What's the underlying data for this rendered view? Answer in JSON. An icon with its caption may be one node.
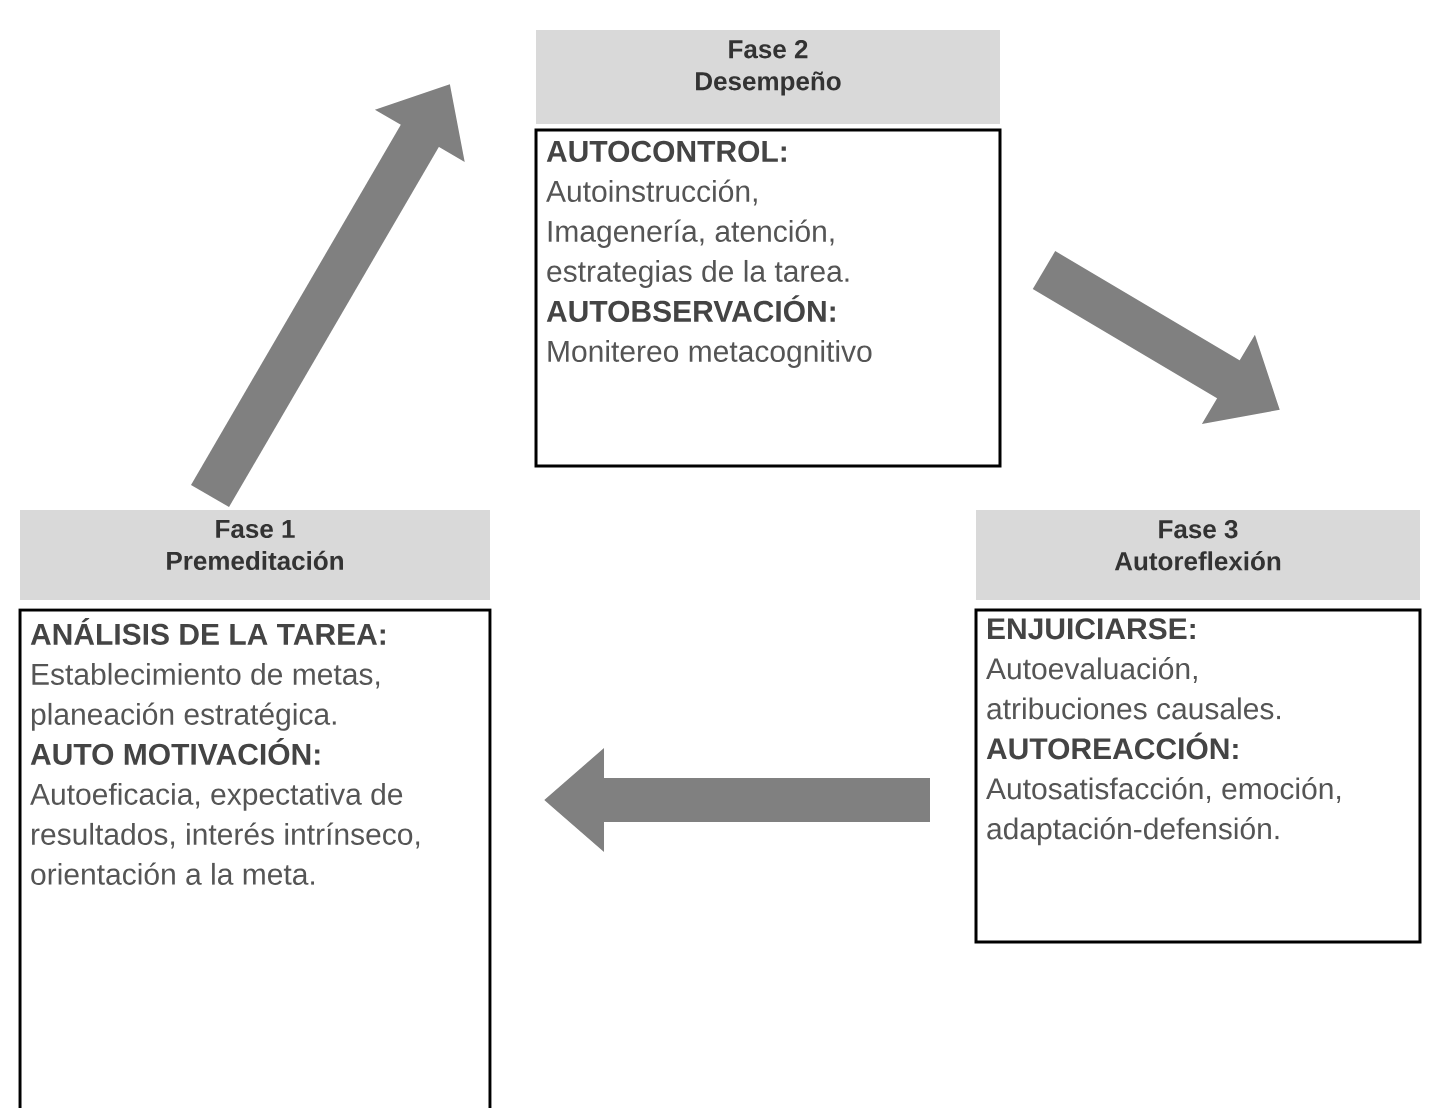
{
  "diagram": {
    "nodes": [
      {
        "text": [
          "Fase 1 Premeditación",
          "ANÁLISIS DE LA TAREA:",
          "Establecimiento de metas, planeación estratégica.",
          "AUTO MOTIVACIÓN:",
          "Autoeficacia, expectativa de resultados, interés intrínseco, orientación a la meta."
        ]
      },
      {
        "text": [
          "Fase 2 Desempeño",
          "AUTOCONTROL:",
          "Autoinstrucción, Imagenería, atención, estrategias de la tarea.",
          "AUTOBSERVACIÓN:",
          "Monitereo metacognitivo"
        ]
      },
      {
        "text": [
          "Fase 3 Autoreflexión",
          "ENJUICIARSE:",
          "Autoevaluación, atribuciones causales.",
          "AUTOREACCIÓN:",
          "Autosatisfacción, emoción, adaptación-defensión."
        ]
      }
    ],
    "edges": [
      {
        "from": 0,
        "to": 1,
        "arrow": "to"
      },
      {
        "from": 1,
        "to": 2,
        "arrow": "to"
      },
      {
        "from": 2,
        "to": 0,
        "arrow": "to"
      }
    ]
  }
}
